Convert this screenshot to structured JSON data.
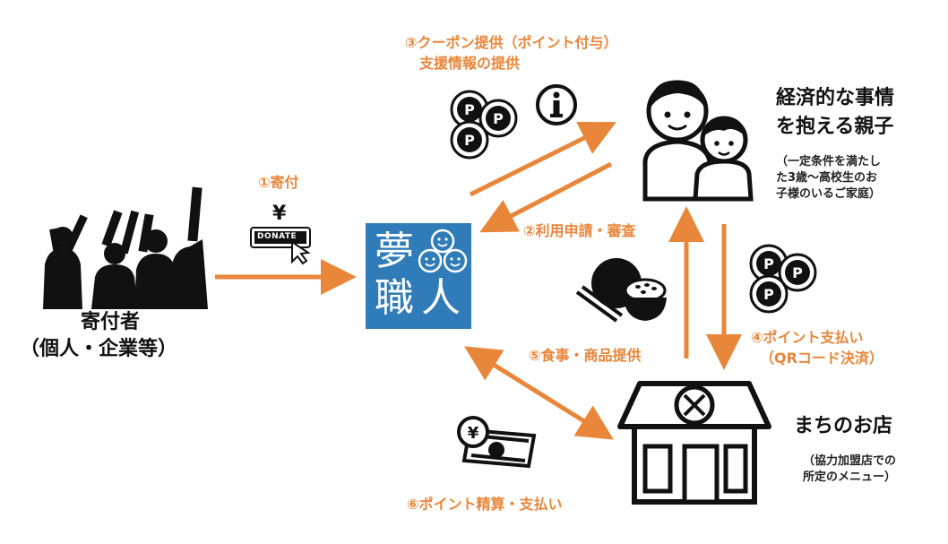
{
  "labels": {
    "donation": "①寄付",
    "application": "②利用申請・審査",
    "coupon_line1": "③クーポン提供（ポイント付与）",
    "coupon_line2": "支援情報の提供",
    "payment_line1": "④ポイント支払い",
    "payment_line2": "（QRコード決済）",
    "meal": "⑤食事・商品提供",
    "settlement": "⑥ポイント精算・支払い"
  },
  "donor": {
    "line1": "寄付者",
    "line2": "（個人・企業等）"
  },
  "family": {
    "line1": "経済的な事情",
    "line2": "を抱える親子",
    "note1": "（一定条件を満たし",
    "note2": "た3歳～高校生のお",
    "note3": "子様のいるご家庭）"
  },
  "shop": {
    "title": "まちのお店",
    "note1": "（協力加盟店での",
    "note2": "所定のメニュー）"
  },
  "logo": {
    "char1": "夢",
    "char2": "職",
    "char3": "人"
  },
  "donate_button": {
    "yen": "¥",
    "text": "DONATE"
  },
  "coin_letter": "P",
  "colors": {
    "accent": "#E8863A",
    "logo_blue": "#2F7CB8",
    "ink": "#111111"
  },
  "icons": [
    "crowd-silhouette-icon",
    "donate-button-icon",
    "coins-icon",
    "info-icon",
    "parent-child-icon",
    "shop-icon",
    "rice-bowl-icon",
    "money-icon"
  ]
}
